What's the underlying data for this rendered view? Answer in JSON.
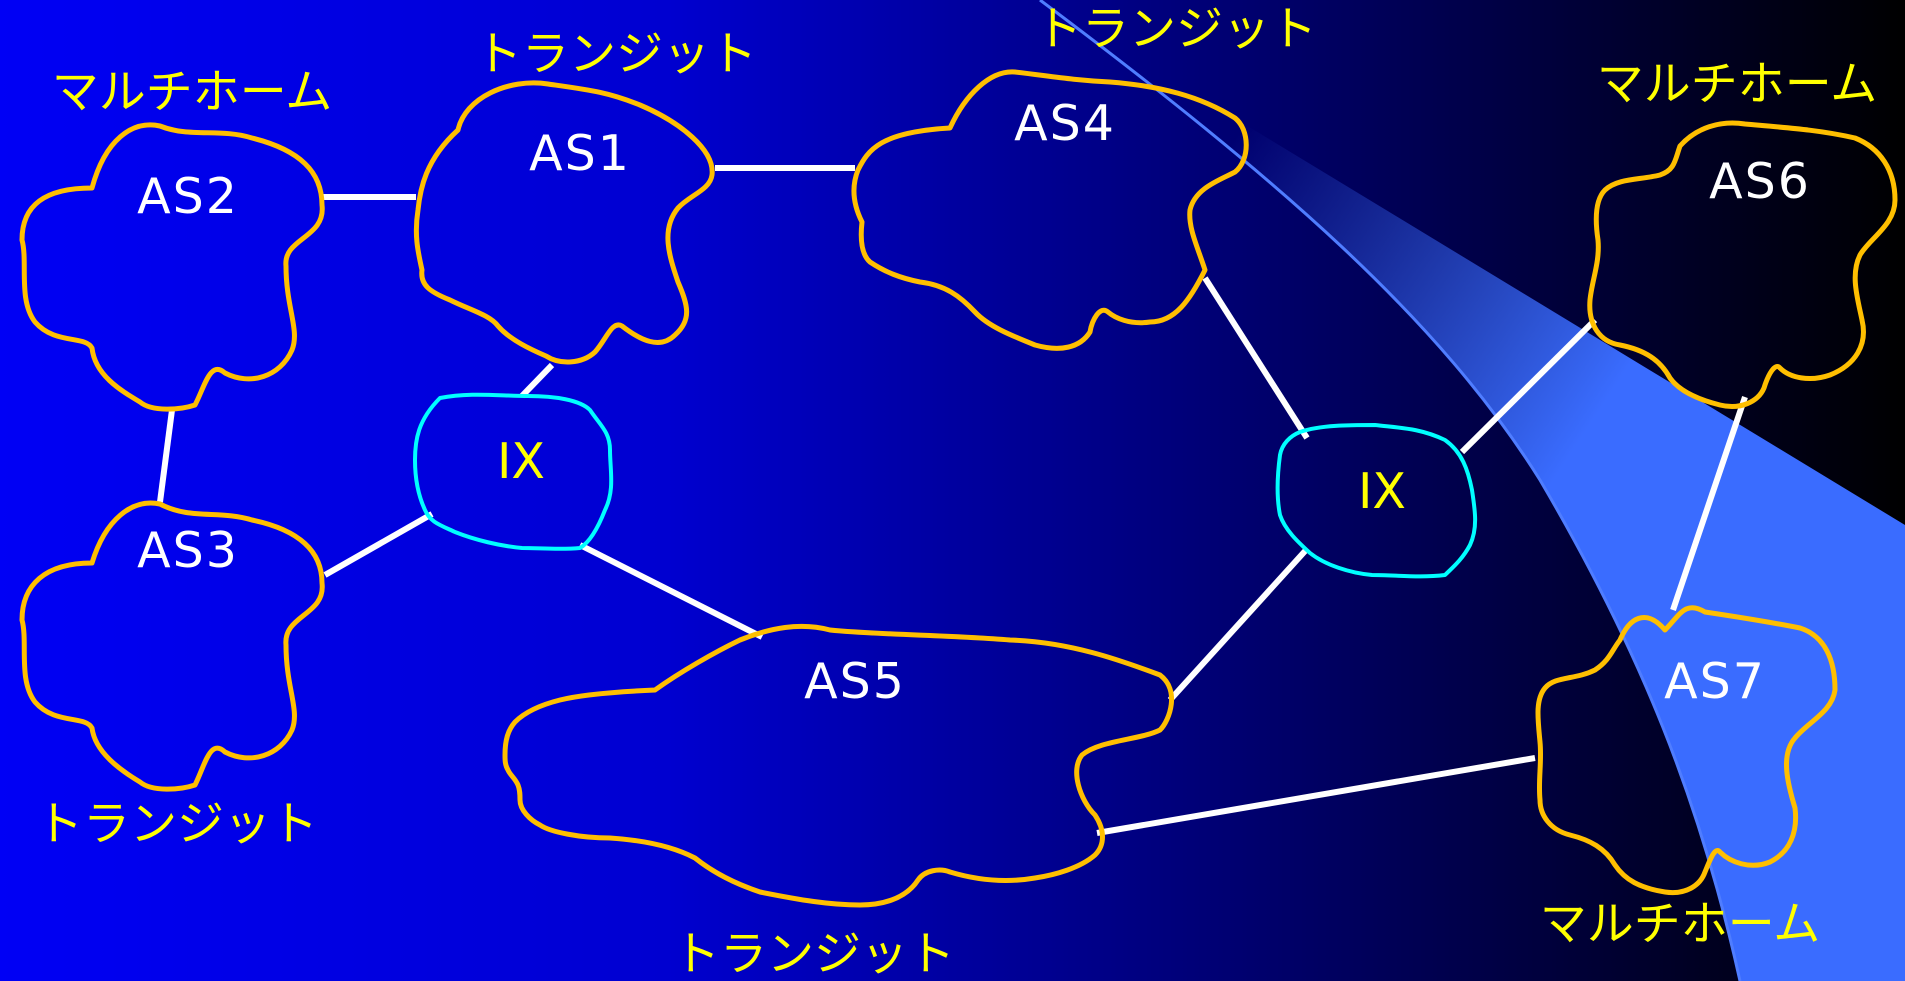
{
  "diagram": {
    "nodes": {
      "as1": {
        "label": "AS1",
        "type_label": "トランジット"
      },
      "as2": {
        "label": "AS2",
        "type_label": "マルチホーム"
      },
      "as3": {
        "label": "AS3",
        "type_label": "トランジット"
      },
      "as4": {
        "label": "AS4",
        "type_label": "トランジット"
      },
      "as5": {
        "label": "AS5",
        "type_label": "トランジット"
      },
      "as6": {
        "label": "AS6",
        "type_label": "マルチホーム"
      },
      "as7": {
        "label": "AS7",
        "type_label": "マルチホーム"
      },
      "ix_left": {
        "label": "IX"
      },
      "ix_right": {
        "label": "IX"
      }
    },
    "links": [
      {
        "from": "as2",
        "to": "as1"
      },
      {
        "from": "as1",
        "to": "as4"
      },
      {
        "from": "as2",
        "to": "as3"
      },
      {
        "from": "as1",
        "to": "ix_left"
      },
      {
        "from": "as3",
        "to": "ix_left"
      },
      {
        "from": "ix_left",
        "to": "as5"
      },
      {
        "from": "as4",
        "to": "ix_right"
      },
      {
        "from": "ix_right",
        "to": "as6"
      },
      {
        "from": "ix_right",
        "to": "as5"
      },
      {
        "from": "as5",
        "to": "as7"
      },
      {
        "from": "as6",
        "to": "as7"
      }
    ],
    "colors": {
      "background_start": "#0000f5",
      "background_end": "#000000",
      "as_outline": "#ffbf00",
      "ix_outline": "#00ffff",
      "link": "#ffffff",
      "node_label": "#ffffff",
      "type_label": "#ffff00",
      "highlight_band": "#3a6cff"
    }
  }
}
